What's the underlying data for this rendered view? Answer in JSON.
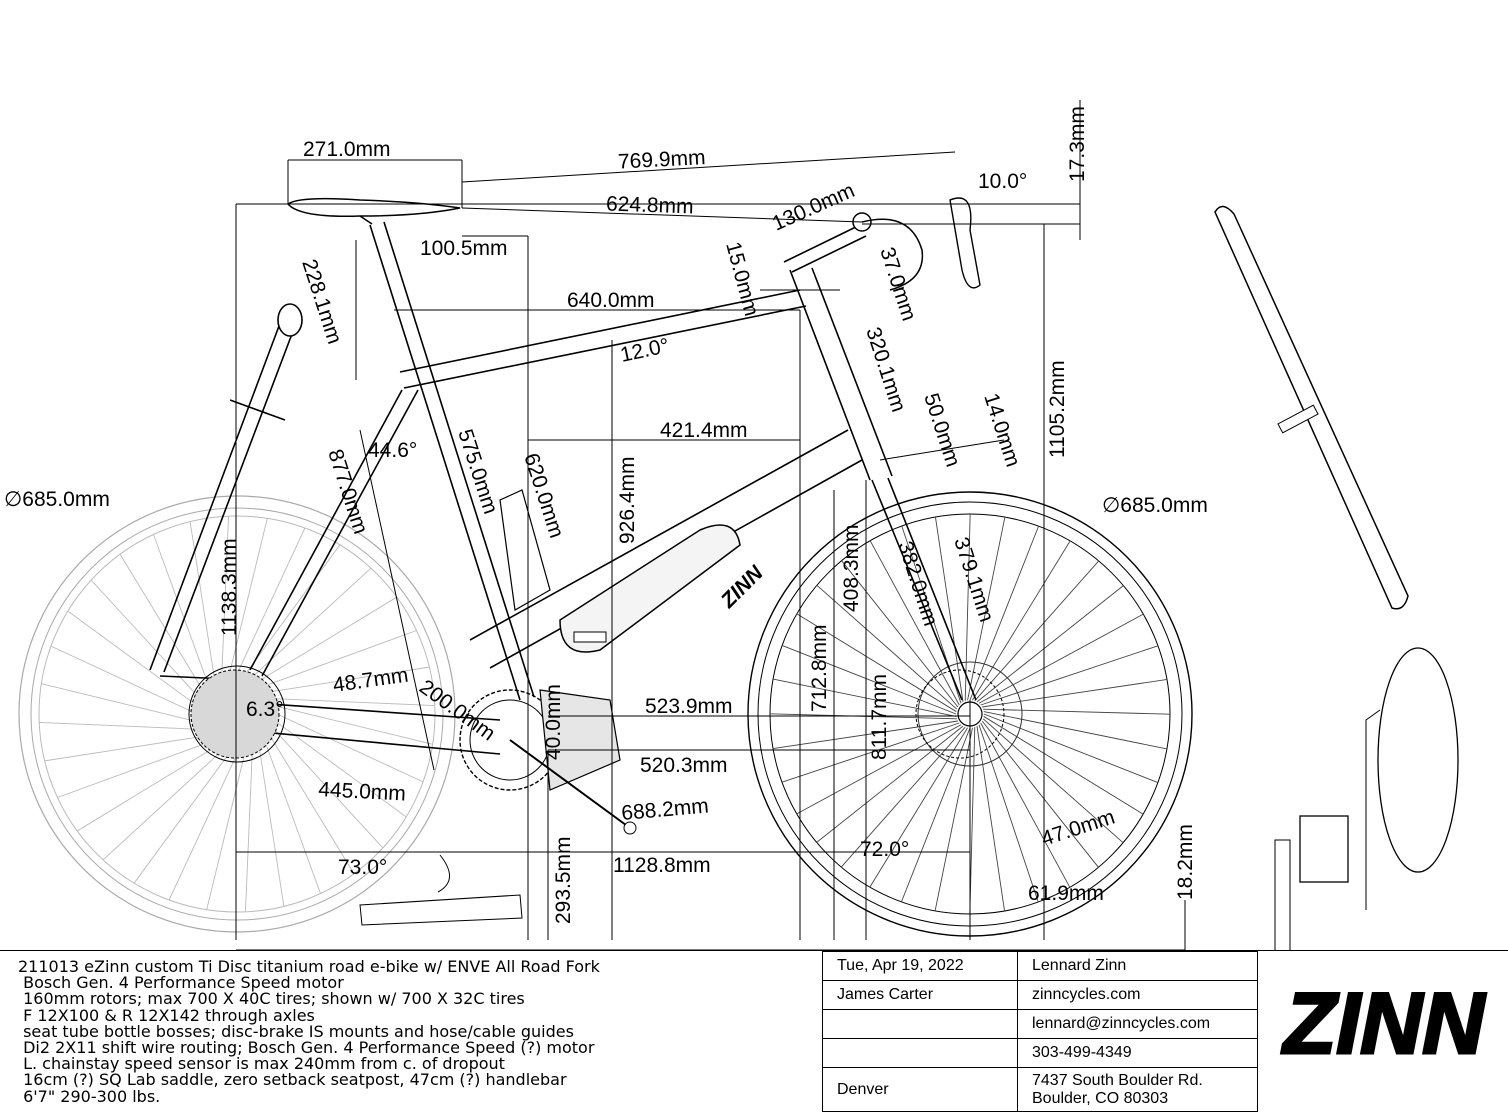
{
  "dimensions": {
    "top_len_271": "271.0mm",
    "reach_769": "769.9mm",
    "seat_to_bar_624": "624.8mm",
    "stem_130": "130.0mm",
    "stem_angle": "10.0°",
    "bar_rise": "17.3mm",
    "setback": "100.5mm",
    "spacer_15": "15.0mm",
    "bar_37": "37.0mm",
    "seatpost_228": "228.1mm",
    "top_tube": "640.0mm",
    "top_tube_angle": "12.0°",
    "headtube_320": "320.1mm",
    "stack_1105": "1105.2mm",
    "wheel_dia_rear": "∅685.0mm",
    "wheel_dia_front": "∅685.0mm",
    "seat_angle_446": "44.6°",
    "seat_tube_575": "575.0mm",
    "seat_tube_620": "620.0mm",
    "horiz_421": "421.4mm",
    "stack_926": "926.4mm",
    "hs_50": "50.0mm",
    "hs_14": "14.0mm",
    "st_877": "877.0mm",
    "saddle_height": "1138.3mm",
    "fork_408": "408.3mm",
    "fork_382": "382.0mm",
    "fork_379": "379.1mm",
    "fork_712": "712.8mm",
    "fork_811": "811.7mm",
    "crank_48": "48.7mm",
    "crank_200": "200.0mm",
    "rear_angle": "6.3°",
    "front_center_523": "523.9mm",
    "bb_drop": "40.0mm",
    "front_center_520": "520.3mm",
    "chainstay": "445.0mm",
    "front_688": "688.2mm",
    "wheelbase": "1128.8mm",
    "seat_tube_angle": "73.0°",
    "head_tube_angle": "72.0°",
    "rake": "47.0mm",
    "trail": "61.9mm",
    "bb_height": "293.5mm",
    "toe_overlap": "18.2mm"
  },
  "frame_text": "ZINN",
  "notes": [
    "211013 eZinn custom Ti Disc titanium road e-bike w/ ENVE All Road Fork",
    " Bosch Gen. 4 Performance Speed motor",
    " 160mm rotors; max 700 X 40C tires; shown w/ 700 X 32C tires",
    " F 12X100 & R 12X142 through axles",
    " seat tube bottle bosses; disc-brake IS mounts and hose/cable guides",
    " Di2 2X11 shift wire routing; Bosch Gen. 4 Performance Speed (?) motor",
    " L. chainstay speed sensor is max 240mm from c. of dropout",
    " 16cm (?) SQ Lab saddle, zero setback seatpost, 47cm (?) handlebar",
    " 6'7\" 290-300 lbs."
  ],
  "info": {
    "date": "Tue, Apr 19, 2022",
    "designer": "Lennard Zinn",
    "customer": "James Carter",
    "website": "zinncycles.com",
    "email": "lennard@zinncycles.com",
    "phone": "303-499-4349",
    "city": "Denver",
    "address_line1": "7437 South Boulder Rd.",
    "address_line2": "Boulder, CO 80303"
  },
  "logo_text": "ZINN"
}
